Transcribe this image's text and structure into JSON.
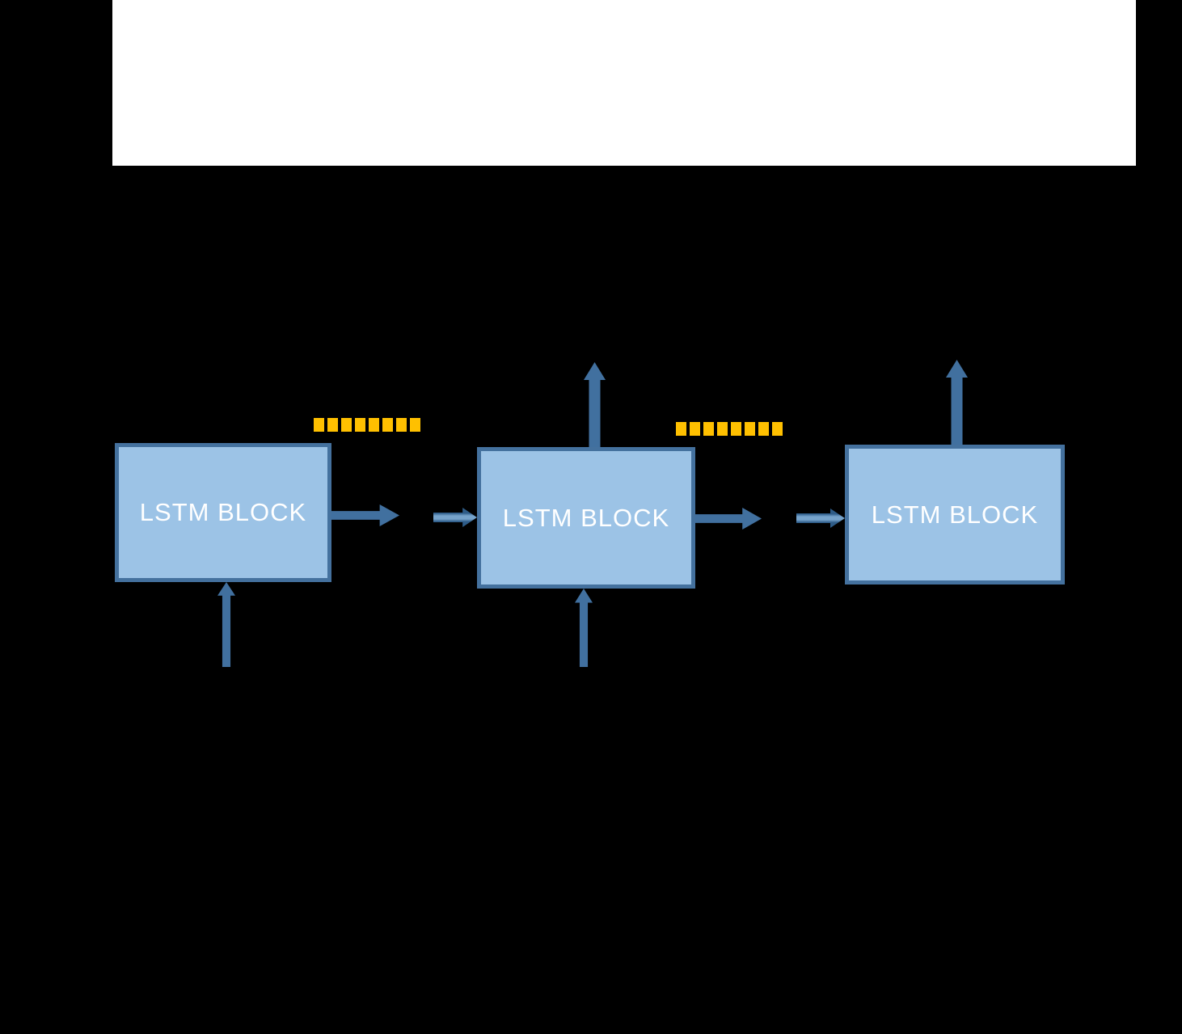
{
  "canvas": {
    "background": "#000000",
    "panel_color": "#FFFFFF"
  },
  "diagram": {
    "type": "flow",
    "title": "",
    "blocks": [
      {
        "id": "lstm-1",
        "label": "LSTM BLOCK"
      },
      {
        "id": "lstm-2",
        "label": "LSTM BLOCK"
      },
      {
        "id": "lstm-3",
        "label": "LSTM BLOCK"
      }
    ],
    "dash_rows": [
      {
        "id": "highlight-1-2",
        "count": 8
      },
      {
        "id": "highlight-2-3",
        "count": 8
      }
    ],
    "arrows": [
      {
        "id": "arrow-out-lstm-1",
        "from": "lstm-1",
        "direction": "right",
        "style": "solid"
      },
      {
        "id": "arrow-in-lstm-2",
        "to": "lstm-2",
        "direction": "right",
        "style": "two-tone"
      },
      {
        "id": "arrow-out-lstm-2",
        "from": "lstm-2",
        "direction": "right",
        "style": "solid"
      },
      {
        "id": "arrow-in-lstm-3",
        "to": "lstm-3",
        "direction": "right",
        "style": "two-tone"
      },
      {
        "id": "arrow-up-lstm-2",
        "from": "lstm-2",
        "direction": "up",
        "style": "solid"
      },
      {
        "id": "arrow-up-lstm-3",
        "from": "lstm-3",
        "direction": "up",
        "style": "solid"
      },
      {
        "id": "arrow-bottom-lstm-1",
        "to": "lstm-1",
        "direction": "up",
        "style": "solid"
      },
      {
        "id": "arrow-bottom-lstm-2",
        "to": "lstm-2",
        "direction": "up",
        "style": "solid"
      }
    ],
    "colors": {
      "block_fill": "#9CC3E6",
      "block_border": "#44719E",
      "arrow": "#41709F",
      "arrow_dark": "#2E5C88",
      "arrow_core": "#76A3CB",
      "dash": "#FFC000"
    }
  }
}
